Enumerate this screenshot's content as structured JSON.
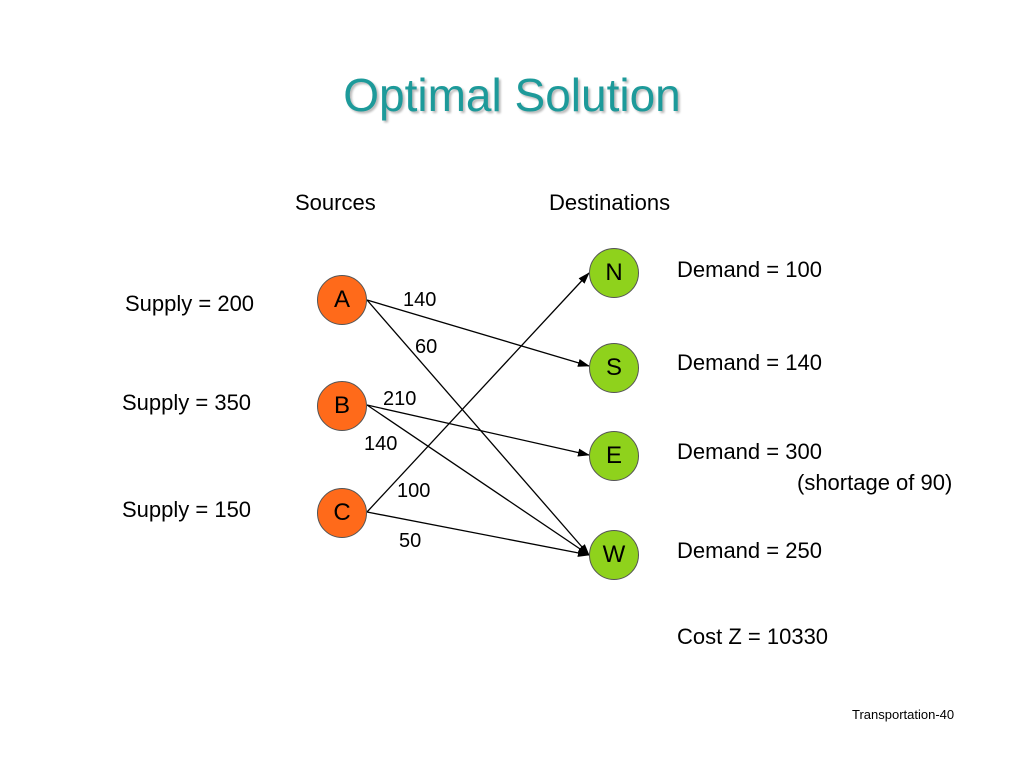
{
  "title": "Optimal Solution",
  "headers": {
    "sources": "Sources",
    "destinations": "Destinations"
  },
  "sources": [
    {
      "id": "A",
      "supply": "Supply = 200"
    },
    {
      "id": "B",
      "supply": "Supply = 350"
    },
    {
      "id": "C",
      "supply": "Supply = 150"
    }
  ],
  "destinations": [
    {
      "id": "N",
      "demand": "Demand = 100"
    },
    {
      "id": "S",
      "demand": "Demand = 140"
    },
    {
      "id": "E",
      "demand": "Demand = 300",
      "note": "(shortage of 90)"
    },
    {
      "id": "W",
      "demand": "Demand = 250"
    }
  ],
  "flows": [
    {
      "from": "A",
      "to": "S",
      "amount": "140"
    },
    {
      "from": "A",
      "to": "W",
      "amount": "60"
    },
    {
      "from": "B",
      "to": "E",
      "amount": "210"
    },
    {
      "from": "B",
      "to": "W",
      "amount": "140"
    },
    {
      "from": "C",
      "to": "N",
      "amount": "100"
    },
    {
      "from": "C",
      "to": "W",
      "amount": "50"
    }
  ],
  "cost": "Cost Z = 10330",
  "footer": "Transportation-40",
  "colors": {
    "title": "#1d9a9a",
    "source_node": "#ff6a1a",
    "destination_node": "#8fd21c"
  }
}
